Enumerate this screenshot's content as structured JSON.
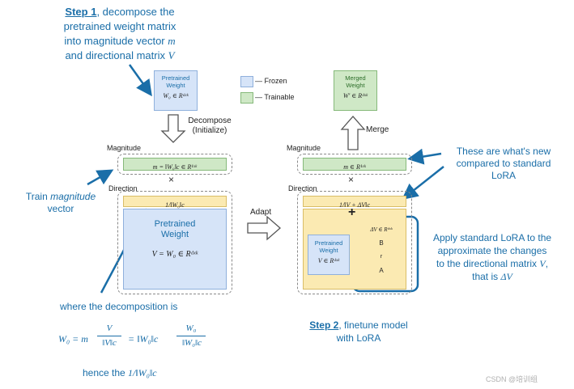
{
  "step1": {
    "lead": "Step 1",
    "line1_rest": ", decompose the",
    "line2": "pretrained weight matrix",
    "line3_pre": "into magnitude vector ",
    "line3_sym": "m",
    "line4_pre": "and directional matrix ",
    "line4_sym": "V"
  },
  "step2": {
    "lead": "Step 2",
    "line1_rest": ", finetune model",
    "line2": "with LoRA"
  },
  "pretrained_top": {
    "line1": "Pretrained",
    "line2": "Weight",
    "formula": "W₀ ∈ Rᵈˣᵏ"
  },
  "merged": {
    "line1": "Merged",
    "line2": "Weight",
    "formula": "W′ ∈ Rᵈˣᵏ"
  },
  "legend": {
    "frozen": "— Frozen",
    "trainable": "— Trainable"
  },
  "decompose": {
    "line1": "Decompose",
    "line2": "(Initialize)"
  },
  "merge_label": "Merge",
  "adapt_label": "Adapt",
  "left": {
    "magnitude_label": "Magnitude",
    "magnitude_formula": "m = ‖W₀‖c ∈ R¹ˣᵏ",
    "direction_label": "Direction",
    "norm_bar": "1/‖W₀‖c",
    "pretrained_line1": "Pretrained",
    "pretrained_line2": "Weight",
    "pretrained_formula": "V = W₀ ∈ Rᵈˣᵏ",
    "times": "×"
  },
  "right": {
    "magnitude_label": "Magnitude",
    "magnitude_formula": "m ∈ R¹ˣᵏ",
    "direction_label": "Direction",
    "norm_bar": "1/‖V + ΔV‖c",
    "plus": "+",
    "pretrained_line1": "Pretrained",
    "pretrained_line2": "Weight",
    "pretrained_formula": "V ∈ Rᵈˣᵏ",
    "delta_formula": "ΔV ∈ Rᵈˣᵏ",
    "b_label": "B",
    "r_label": "r",
    "a_label": "A",
    "times": "×"
  },
  "train_mag": {
    "line1_pre": "Train ",
    "line1_em": "magnitude",
    "line2": "vector"
  },
  "new_note": {
    "line1": "These are what's new",
    "line2": "compared to standard",
    "line3": "LoRA"
  },
  "apply_note": {
    "line1": "Apply standard LoRA to the",
    "line2": "approximate the changes",
    "line3_pre": "to the directional matrix ",
    "line3_sym": "V",
    "line3_post": ",",
    "line4_pre": "that is ",
    "line4_sym": "ΔV"
  },
  "decomp_note": {
    "line1": "where the decomposition is",
    "eq_lhs": "W₀ = m",
    "frac1_num": "V",
    "frac1_den": "‖V‖c",
    "eq_mid": "= ‖W₀‖c",
    "frac2_num": "W₀",
    "frac2_den": "‖W₀‖c",
    "hence_pre": "hence the ",
    "hence_formula": "1/‖W₀‖c"
  },
  "watermark": "CSDN @培训组",
  "colors": {
    "annotation_blue": "#1a6ea8",
    "frozen_fill": "#d6e4f8",
    "trainable_fill": "#cfe8c6",
    "norm_fill": "#fbeab2"
  }
}
